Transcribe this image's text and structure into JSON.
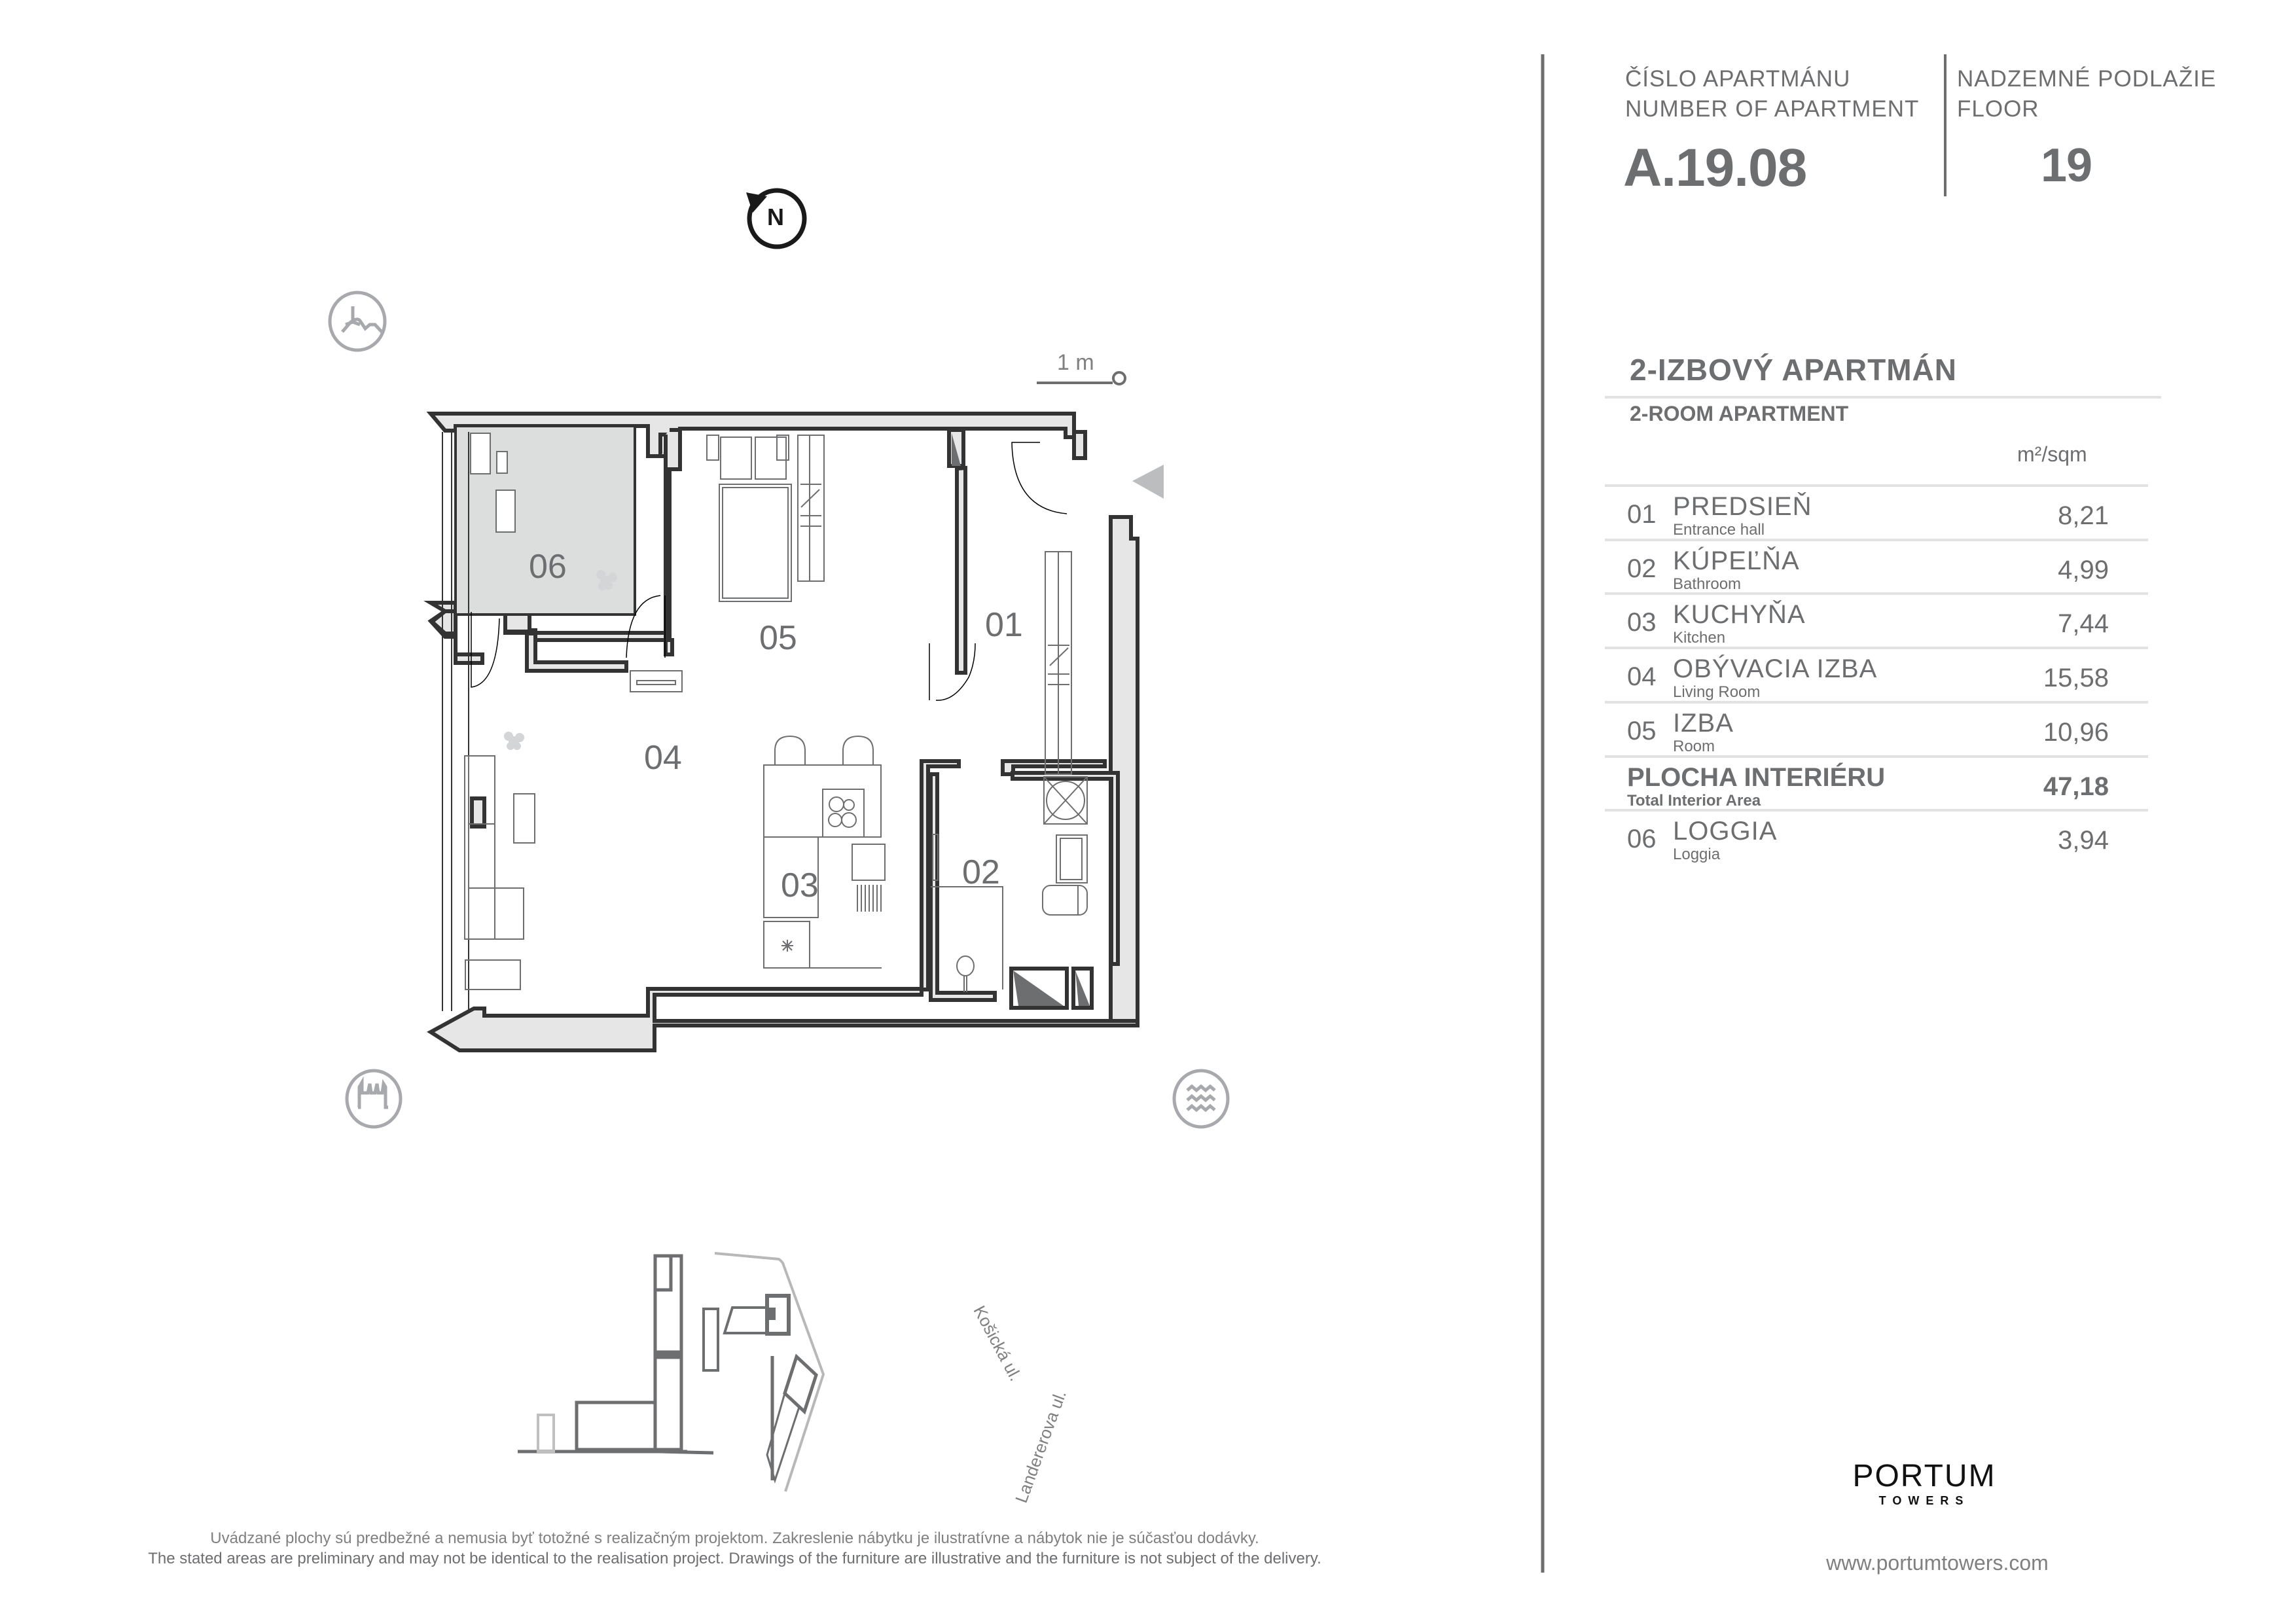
{
  "header": {
    "apartment_label_sk": "ČÍSLO APARTMÁNU",
    "apartment_label_en": "NUMBER OF APARTMENT",
    "apartment_number": "A.19.08",
    "floor_label_sk": "NADZEMNÉ PODLAŽIE",
    "floor_label_en": "FLOOR",
    "floor_number": "19"
  },
  "apartment_type": {
    "title_sk": "2-IZBOVÝ APARTMÁN",
    "title_en": "2-ROOM APARTMENT",
    "unit_label": "m²/sqm"
  },
  "rooms": [
    {
      "code": "01",
      "name_sk": "PREDSIEŇ",
      "name_en": "Entrance hall",
      "area": "8,21"
    },
    {
      "code": "02",
      "name_sk": "KÚPEĽŇA",
      "name_en": "Bathroom",
      "area": "4,99"
    },
    {
      "code": "03",
      "name_sk": "KUCHYŇA",
      "name_en": "Kitchen",
      "area": "7,44"
    },
    {
      "code": "04",
      "name_sk": "OBÝVACIA IZBA",
      "name_en": "Living Room",
      "area": "15,58"
    },
    {
      "code": "05",
      "name_sk": "IZBA",
      "name_en": "Room",
      "area": "10,96"
    }
  ],
  "total": {
    "name_sk": "PLOCHA INTERIÉRU",
    "name_en": "Total Interior Area",
    "area": "47,18"
  },
  "extra_rooms": [
    {
      "code": "06",
      "name_sk": "LOGGIA",
      "name_en": "Loggia",
      "area": "3,94"
    }
  ],
  "plan": {
    "compass_label": "N",
    "scale_label": "1 m",
    "room_labels": {
      "r01": "01",
      "r02": "02",
      "r03": "03",
      "r04": "04",
      "r05": "05",
      "r06": "06"
    },
    "view_icons": [
      "castle-hill-view-icon",
      "castle-view-icon",
      "river-view-icon"
    ],
    "entrance_marker": "entrance-arrow-icon"
  },
  "site_plan": {
    "streets": [
      "Košická ul.",
      "Landererova ul."
    ]
  },
  "colors": {
    "text_gray": "#6d6e70",
    "wall_fill": "#e6e6e6",
    "wall_stroke": "#333333",
    "loggia_fill": "#dcdddd",
    "icon_gray": "#a7a9ac"
  },
  "footer": {
    "disclaimer_sk": "Uvádzané plochy sú predbežné a nemusia byť totožné s realizačným projektom. Zakreslenie nábytku je ilustratívne a nábytok nie je súčasťou dodávky.",
    "disclaimer_en": "The stated areas are preliminary and may not be identical to the realisation project. Drawings of the furniture are illustrative and the furniture is not subject of the delivery.",
    "brand_name": "PORTUM",
    "brand_sub": "TOWERS",
    "website": "www.portumtowers.com"
  }
}
